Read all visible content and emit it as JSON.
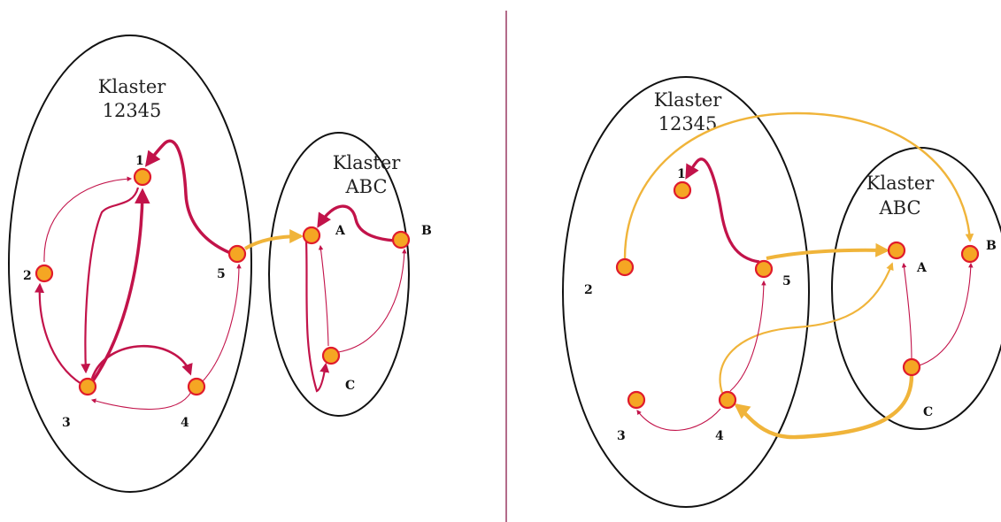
{
  "colors": {
    "red_edge": "#c2134a",
    "yellow_edge": "#f0b43a",
    "node_fill": "#f5a623",
    "node_stroke": "#e01b2b",
    "divider": "#8a1c4a"
  },
  "left": {
    "clusters": [
      {
        "title_line1": "Klaster",
        "title_line2": "12345"
      },
      {
        "title_line1": "Klaster",
        "title_line2": "ABC"
      }
    ],
    "nodes": {
      "n1": "1",
      "n2": "2",
      "n3": "3",
      "n4": "4",
      "n5": "5",
      "nA": "A",
      "nB": "B",
      "nC": "C"
    }
  },
  "right": {
    "clusters": [
      {
        "title_line1": "Klaster",
        "title_line2": "12345"
      },
      {
        "title_line1": "Klaster",
        "title_line2": "ABC"
      }
    ],
    "nodes": {
      "n1": "1",
      "n2": "2",
      "n3": "3",
      "n4": "4",
      "n5": "5",
      "nA": "A",
      "nB": "B",
      "nC": "C"
    }
  }
}
